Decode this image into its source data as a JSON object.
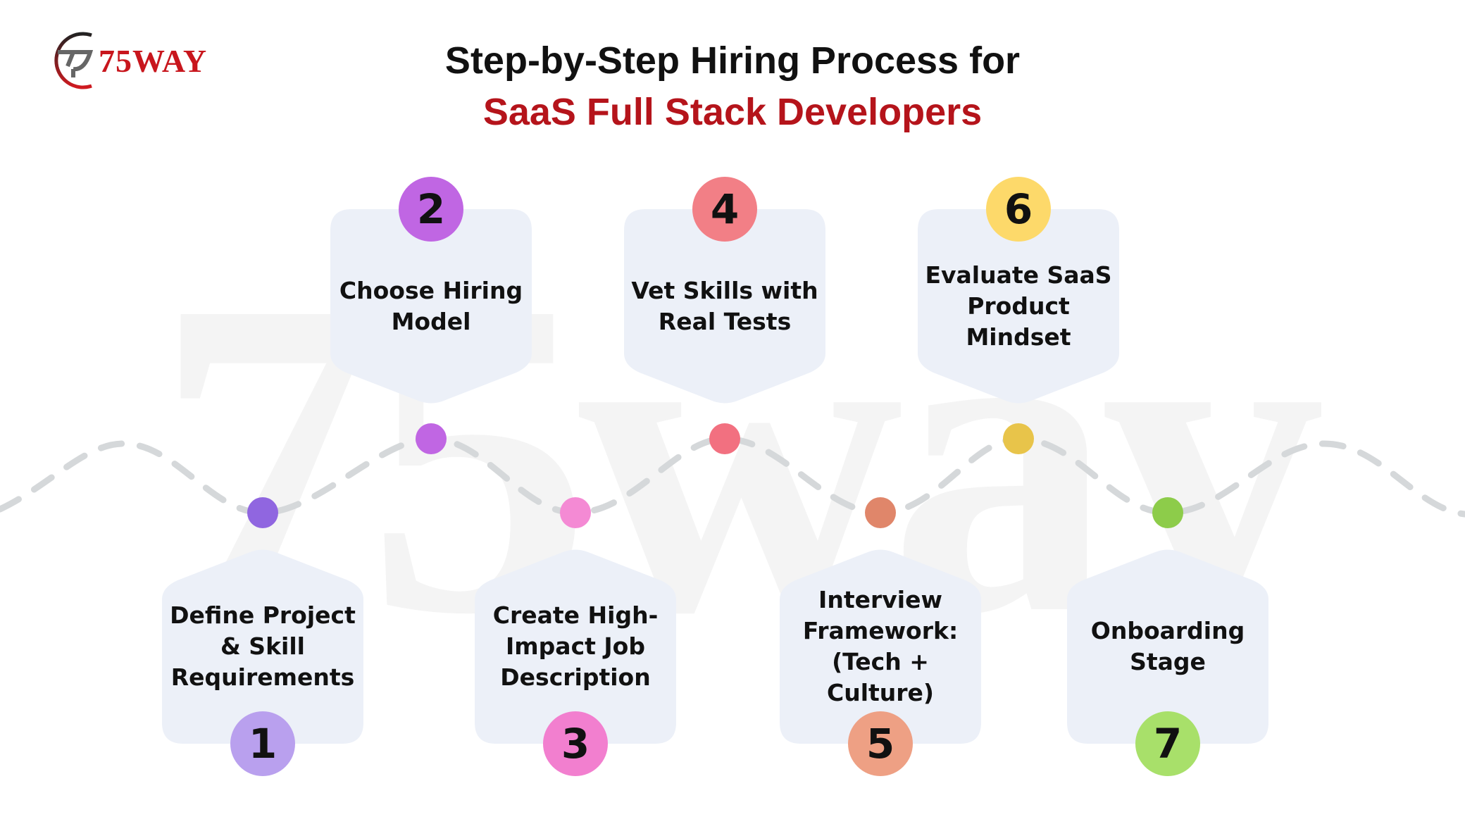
{
  "logo": {
    "text": "75WAY"
  },
  "watermark": "75way",
  "title": {
    "line1": "Step-by-Step Hiring Process for",
    "line2": "SaaS Full Stack Developers",
    "line2_color": "#b5141b"
  },
  "steps": [
    {
      "number": "1",
      "label": "Define Project & Skill Requirements",
      "circle_color": "#b9a0ee",
      "dot_color": "#9066e0"
    },
    {
      "number": "2",
      "label": "Choose Hiring Model",
      "circle_color": "#c066e3",
      "dot_color": "#c066e3"
    },
    {
      "number": "3",
      "label": "Create High-Impact Job Description",
      "circle_color": "#f27fcf",
      "dot_color": "#f48ad4"
    },
    {
      "number": "4",
      "label": "Vet Skills with Real Tests",
      "circle_color": "#f27f86",
      "dot_color": "#f27080"
    },
    {
      "number": "5",
      "label": "Interview Framework: (Tech + Culture)",
      "circle_color": "#eea084",
      "dot_color": "#e0866a"
    },
    {
      "number": "6",
      "label": "Evaluate SaaS Product Mindset",
      "circle_color": "#fdd96a",
      "dot_color": "#e8c44a"
    },
    {
      "number": "7",
      "label": "Onboarding Stage",
      "circle_color": "#a8e06a",
      "dot_color": "#8dcc4a"
    }
  ],
  "card_color": "#ecf0f8"
}
